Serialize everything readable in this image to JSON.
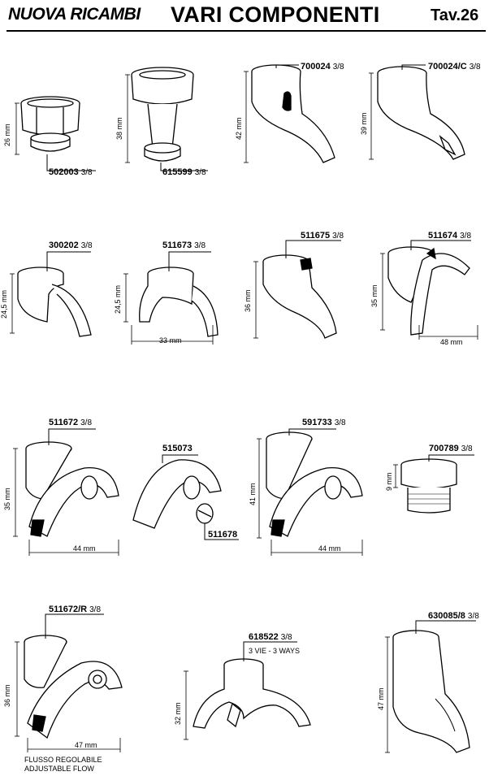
{
  "header": {
    "brand": "NUOVA RICAMBI",
    "title": "VARI COMPONENTI",
    "table": "Tav.26"
  },
  "parts": [
    {
      "code": "502003",
      "size": "3/8",
      "dims": [
        "26 mm"
      ]
    },
    {
      "code": "615599",
      "size": "3/8",
      "dims": [
        "38 mm"
      ]
    },
    {
      "code": "700024",
      "size": "3/8",
      "dims": [
        "42 mm"
      ]
    },
    {
      "code": "700024/C",
      "size": "3/8",
      "dims": [
        "39 mm"
      ]
    },
    {
      "code": "300202",
      "size": "3/8",
      "dims": [
        "24,5 mm"
      ]
    },
    {
      "code": "511673",
      "size": "3/8",
      "dims": [
        "24,5 mm",
        "33 mm"
      ]
    },
    {
      "code": "511675",
      "size": "3/8",
      "dims": [
        "36 mm"
      ]
    },
    {
      "code": "511674",
      "size": "3/8",
      "dims": [
        "35 mm",
        "48 mm"
      ]
    },
    {
      "code": "511672",
      "size": "3/8",
      "dims": [
        "35 mm",
        "44 mm"
      ]
    },
    {
      "code": "515073",
      "size": ""
    },
    {
      "code": "511678",
      "size": ""
    },
    {
      "code": "591733",
      "size": "3/8",
      "dims": [
        "41 mm",
        "44 mm"
      ]
    },
    {
      "code": "700789",
      "size": "3/8",
      "dims": [
        "9 mm"
      ]
    },
    {
      "code": "511672/R",
      "size": "3/8",
      "dims": [
        "36 mm",
        "47 mm"
      ],
      "note": [
        "FLUSSO REGOLABILE",
        "ADJUSTABLE FLOW"
      ]
    },
    {
      "code": "618522",
      "size": "3/8",
      "dims": [
        "32 mm"
      ],
      "note": [
        "3 VIE - 3 WAYS"
      ]
    },
    {
      "code": "630085/8",
      "size": "3/8",
      "dims": [
        "47 mm"
      ]
    }
  ]
}
